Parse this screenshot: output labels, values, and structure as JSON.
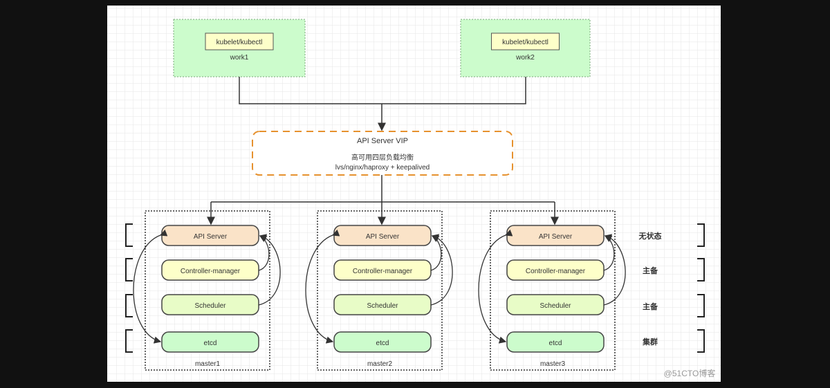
{
  "workers": [
    {
      "name": "work1",
      "inner": "kubelet/kubectl"
    },
    {
      "name": "work2",
      "inner": "kubelet/kubectl"
    }
  ],
  "vip": {
    "title": "API Server VIP",
    "line1": "高可用四层负载均衡",
    "line2": "lvs/nginx/haproxy + keepalived"
  },
  "masters": [
    {
      "name": "master1"
    },
    {
      "name": "master2"
    },
    {
      "name": "master3"
    }
  ],
  "components": [
    {
      "label": "API Server",
      "fill": "#fae3c8"
    },
    {
      "label": "Controller-manager",
      "fill": "#fdffc9"
    },
    {
      "label": "Scheduler",
      "fill": "#e8fcc7"
    },
    {
      "label": "etcd",
      "fill": "#ccfccc"
    }
  ],
  "roles": [
    "无状态",
    "主备",
    "主备",
    "集群"
  ],
  "watermark": "@51CTO博客",
  "colors": {
    "worker_fill": "#ccfccc",
    "vip_border": "#e6912e"
  }
}
